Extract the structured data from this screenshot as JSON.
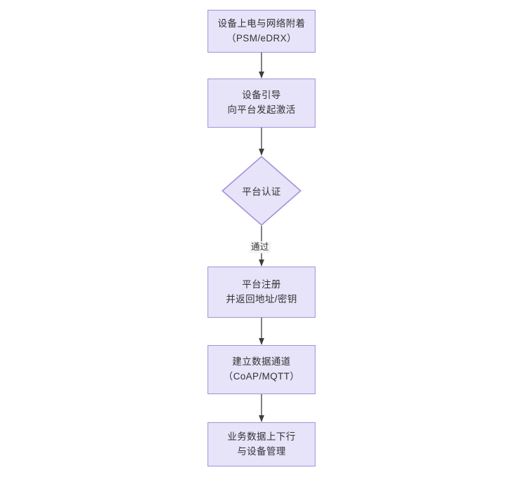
{
  "diagram": {
    "type": "flowchart",
    "orientation": "top-to-bottom",
    "background_color": "#ffffff",
    "node_fill_color": "#E7E3F9",
    "node_border_color": "#A68FD9",
    "text_color": "#333333",
    "edge_color": "#3d3d3d",
    "nodes": [
      {
        "id": "power-on",
        "shape": "rectangle",
        "lines": [
          "设备上电与网络附着",
          "（PSM/eDRX）"
        ]
      },
      {
        "id": "bootstrap",
        "shape": "rectangle",
        "lines": [
          "设备引导",
          "向平台发起激活"
        ]
      },
      {
        "id": "platform-auth",
        "shape": "diamond",
        "lines": [
          "平台认证"
        ]
      },
      {
        "id": "platform-register",
        "shape": "rectangle",
        "lines": [
          "平台注册",
          "并返回地址/密钥"
        ]
      },
      {
        "id": "data-channel",
        "shape": "rectangle",
        "lines": [
          "建立数据通道",
          "（CoAP/MQTT）"
        ]
      },
      {
        "id": "business-data",
        "shape": "rectangle",
        "lines": [
          "业务数据上下行",
          "与设备管理"
        ]
      }
    ],
    "edges": [
      {
        "id": "e1",
        "from": "power-on",
        "to": "bootstrap",
        "label": ""
      },
      {
        "id": "e2",
        "from": "bootstrap",
        "to": "platform-auth",
        "label": ""
      },
      {
        "id": "e3",
        "from": "platform-auth",
        "to": "platform-register",
        "label": "通过"
      },
      {
        "id": "e4",
        "from": "platform-register",
        "to": "data-channel",
        "label": ""
      },
      {
        "id": "e5",
        "from": "data-channel",
        "to": "business-data",
        "label": ""
      }
    ]
  }
}
